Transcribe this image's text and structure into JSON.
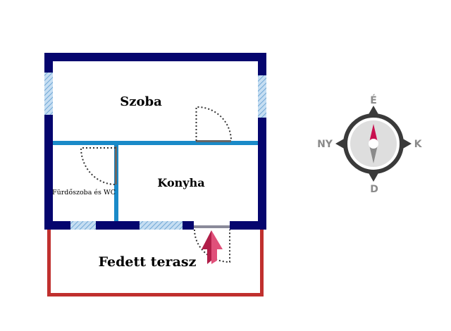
{
  "rooms": {
    "szoba": "Szoba",
    "konyha": "Konyha",
    "furdo": "Fürdőszoba és WC",
    "terasz": "Fedett terasz"
  },
  "compass": {
    "north": "É",
    "east": "K",
    "south": "D",
    "west": "NY"
  },
  "colors": {
    "outer_wall": "#05056e",
    "inner_wall": "#1a8ac8",
    "terrace": "#c0302e",
    "window": "#a8cce8",
    "entrance_arrow": "#d0345a",
    "compass_needle_north": "#c8104e"
  }
}
